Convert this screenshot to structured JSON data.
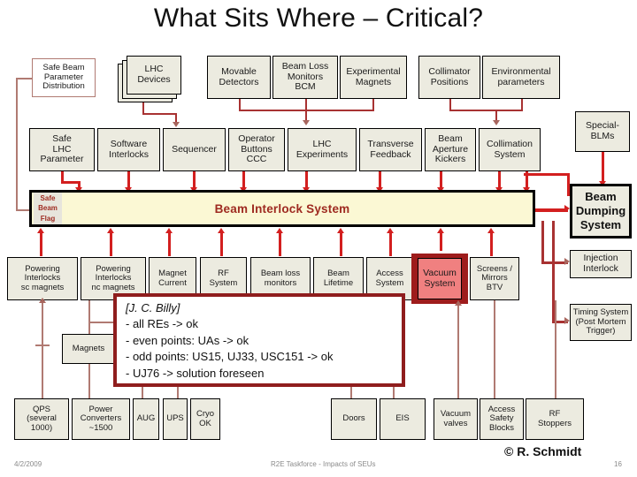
{
  "slide": {
    "title": "What Sits Where – Critical?",
    "footer": {
      "date": "4/2/2009",
      "center": "R2E Taskforce - Impacts of SEUs",
      "page": "16",
      "copyright": "© R. Schmidt"
    }
  },
  "colors": {
    "box_fill": "#ecebe0",
    "bis_fill": "#fbf8d4",
    "bis_text": "#9e2a20",
    "highlight_fill": "#f08080",
    "highlight_border": "#9e1c1c",
    "connector_red": "#d31f1f",
    "connector_brown": "#b07a72"
  },
  "sources": {
    "safe_beam_parameter_distribution": "Safe Beam\nParameter\nDistribution",
    "lhc_devices": "LHC\nDevices",
    "movable_detectors": "Movable\nDetectors",
    "beam_loss_monitors_bcm": "Beam Loss\nMonitors\nBCM",
    "experimental_magnets": "Experimental\nMagnets",
    "collimator_positions": "Collimator\nPositions",
    "environmental_parameters": "Environmental\nparameters",
    "special_blms": "Special-\nBLMs"
  },
  "row2": [
    {
      "name": "safe-lhc-parameter",
      "label": "Safe\nLHC\nParameter"
    },
    {
      "name": "software-interlocks",
      "label": "Software\nInterlocks"
    },
    {
      "name": "sequencer",
      "label": "Sequencer"
    },
    {
      "name": "operator-buttons-ccc",
      "label": "Operator\nButtons\nCCC"
    },
    {
      "name": "lhc-experiments",
      "label": "LHC\nExperiments"
    },
    {
      "name": "transverse-feedback",
      "label": "Transverse\nFeedback"
    },
    {
      "name": "beam-aperture-kickers",
      "label": "Beam\nAperture\nKickers"
    },
    {
      "name": "collimation-system",
      "label": "Collimation\nSystem"
    }
  ],
  "interlock": {
    "title": "Beam Interlock System",
    "safe_beam_flag": [
      "Safe",
      "Beam",
      "Flag"
    ]
  },
  "row4": [
    {
      "name": "powering-interlocks-sc-magnets",
      "label": "Powering\nInterlocks\nsc magnets"
    },
    {
      "name": "powering-interlocks-nc-magnets",
      "label": "Powering\nInterlocks\nnc magnets"
    },
    {
      "name": "magnet-current",
      "label": "Magnet\nCurrent"
    },
    {
      "name": "rf-system",
      "label": "RF\nSystem"
    },
    {
      "name": "beam-loss-monitors",
      "label": "Beam loss\nmonitors"
    },
    {
      "name": "beam-lifetime",
      "label": "Beam\nLifetime"
    },
    {
      "name": "access-system",
      "label": "Access\nSystem"
    },
    {
      "name": "vacuum-system",
      "label": "Vacuum\nSystem",
      "highlighted": true
    },
    {
      "name": "screens-mirrors-btv",
      "label": "Screens /\nMirrors\nBTV"
    }
  ],
  "row5": [
    {
      "name": "magnets",
      "label": "Magnets"
    }
  ],
  "row6": [
    {
      "name": "qps",
      "label": "QPS\n(several\n1000)"
    },
    {
      "name": "power-converters",
      "label": "Power\nConverters\n~1500"
    },
    {
      "name": "aug",
      "label": "AUG"
    },
    {
      "name": "ups",
      "label": "UPS"
    },
    {
      "name": "cryo-ok",
      "label": "Cryo\nOK"
    },
    {
      "name": "doors",
      "label": "Doors"
    },
    {
      "name": "eis",
      "label": "EIS"
    },
    {
      "name": "vacuum-valves",
      "label": "Vacuum\nvalves"
    },
    {
      "name": "access-safety-blocks",
      "label": "Access\nSafety\nBlocks"
    },
    {
      "name": "rf-stoppers",
      "label": "RF\nStoppers"
    }
  ],
  "right_column": {
    "beam_dumping_system": "Beam\nDumping\nSystem",
    "injection_interlock": "Injection\nInterlock",
    "timing_system": "Timing System\n(Post Mortem\nTrigger)"
  },
  "callout": {
    "author": "[J. C. Billy]",
    "lines": [
      "- all REs -> ok",
      "- even points: UAs -> ok",
      "- odd points: US15, UJ33, USC151 -> ok",
      "- UJ76 -> solution foreseen"
    ]
  }
}
